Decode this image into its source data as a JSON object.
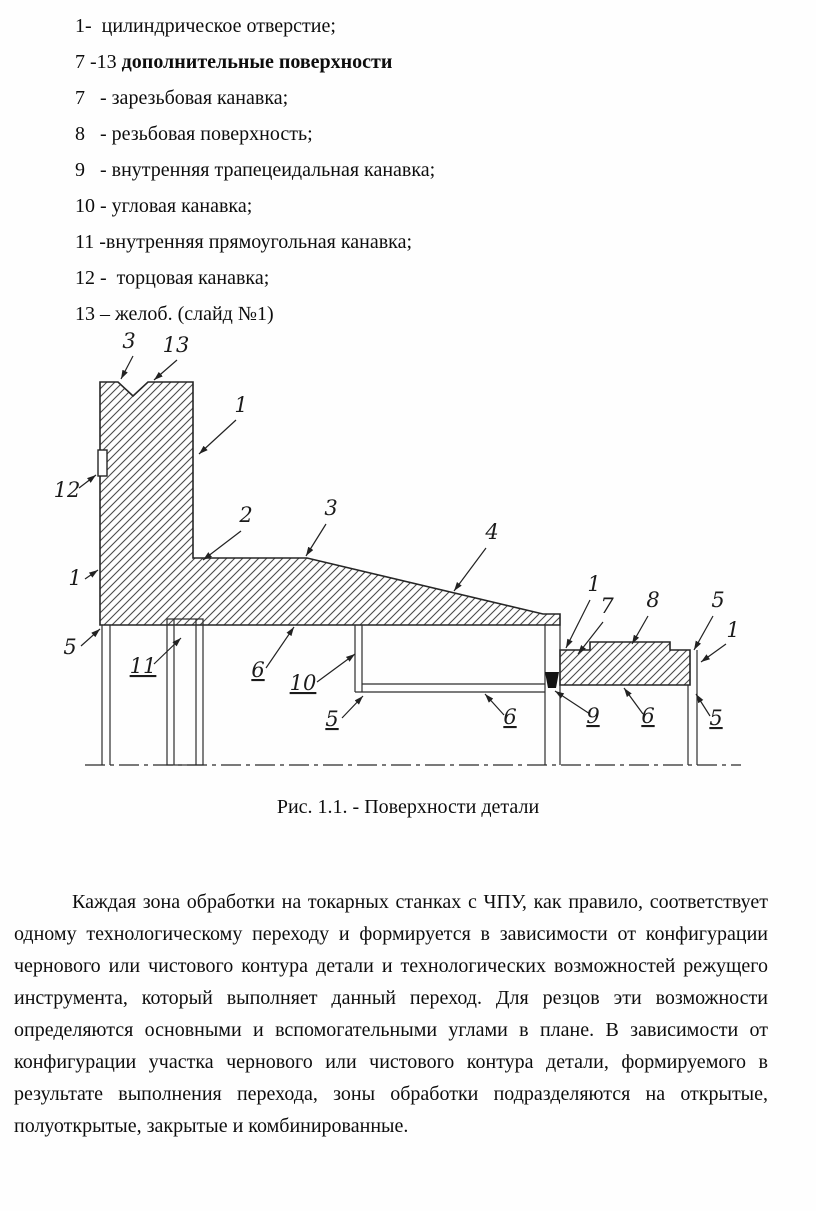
{
  "list": {
    "items": [
      {
        "text": "1-  цилиндрическое отверстие;"
      },
      {
        "prefix": "7 -13 ",
        "bold": "дополнительные поверхности"
      },
      {
        "text": "7   - зарезьбовая канавка;"
      },
      {
        "text": "8   - резьбовая поверхность;"
      },
      {
        "text": "9   - внутренняя трапецеидальная канавка;"
      },
      {
        "text": "10 - угловая канавка;"
      },
      {
        "text": "11 -внутренняя прямоугольная канавка;"
      },
      {
        "text": "12 -  торцовая канавка;"
      },
      {
        "text": "13 – желоб. (слайд №1)"
      }
    ]
  },
  "figure": {
    "caption": "Рис. 1.1. - Поверхности детали",
    "callouts": [
      "3",
      "13",
      "1",
      "12",
      "1",
      "5",
      "2",
      "3",
      "4",
      "11",
      "6",
      "10",
      "5",
      "6",
      "1",
      "7",
      "8",
      "5",
      "1",
      "9",
      "6",
      "5"
    ]
  },
  "body_text": "Каждая зона обработки на токарных станках с ЧПУ, как правило, соответствует одному технологическому переходу и формируется в зависимости от конфигурации чернового или чистового контура детали и технологических возможностей режущего инструмента, который выполняет данный переход. Для резцов эти возможности определяются основными и вспомогательными углами в плане. В зависимости от конфигурации участка чернового или чистового контура детали, формируемого в результате выполнения перехода, зоны обработки подразделяются на открытые, полуоткрытые, закрытые и комбинированные.",
  "colors": {
    "paper": "#fefefe",
    "ink": "#0d0d0d",
    "drawing_stroke": "#262626"
  }
}
